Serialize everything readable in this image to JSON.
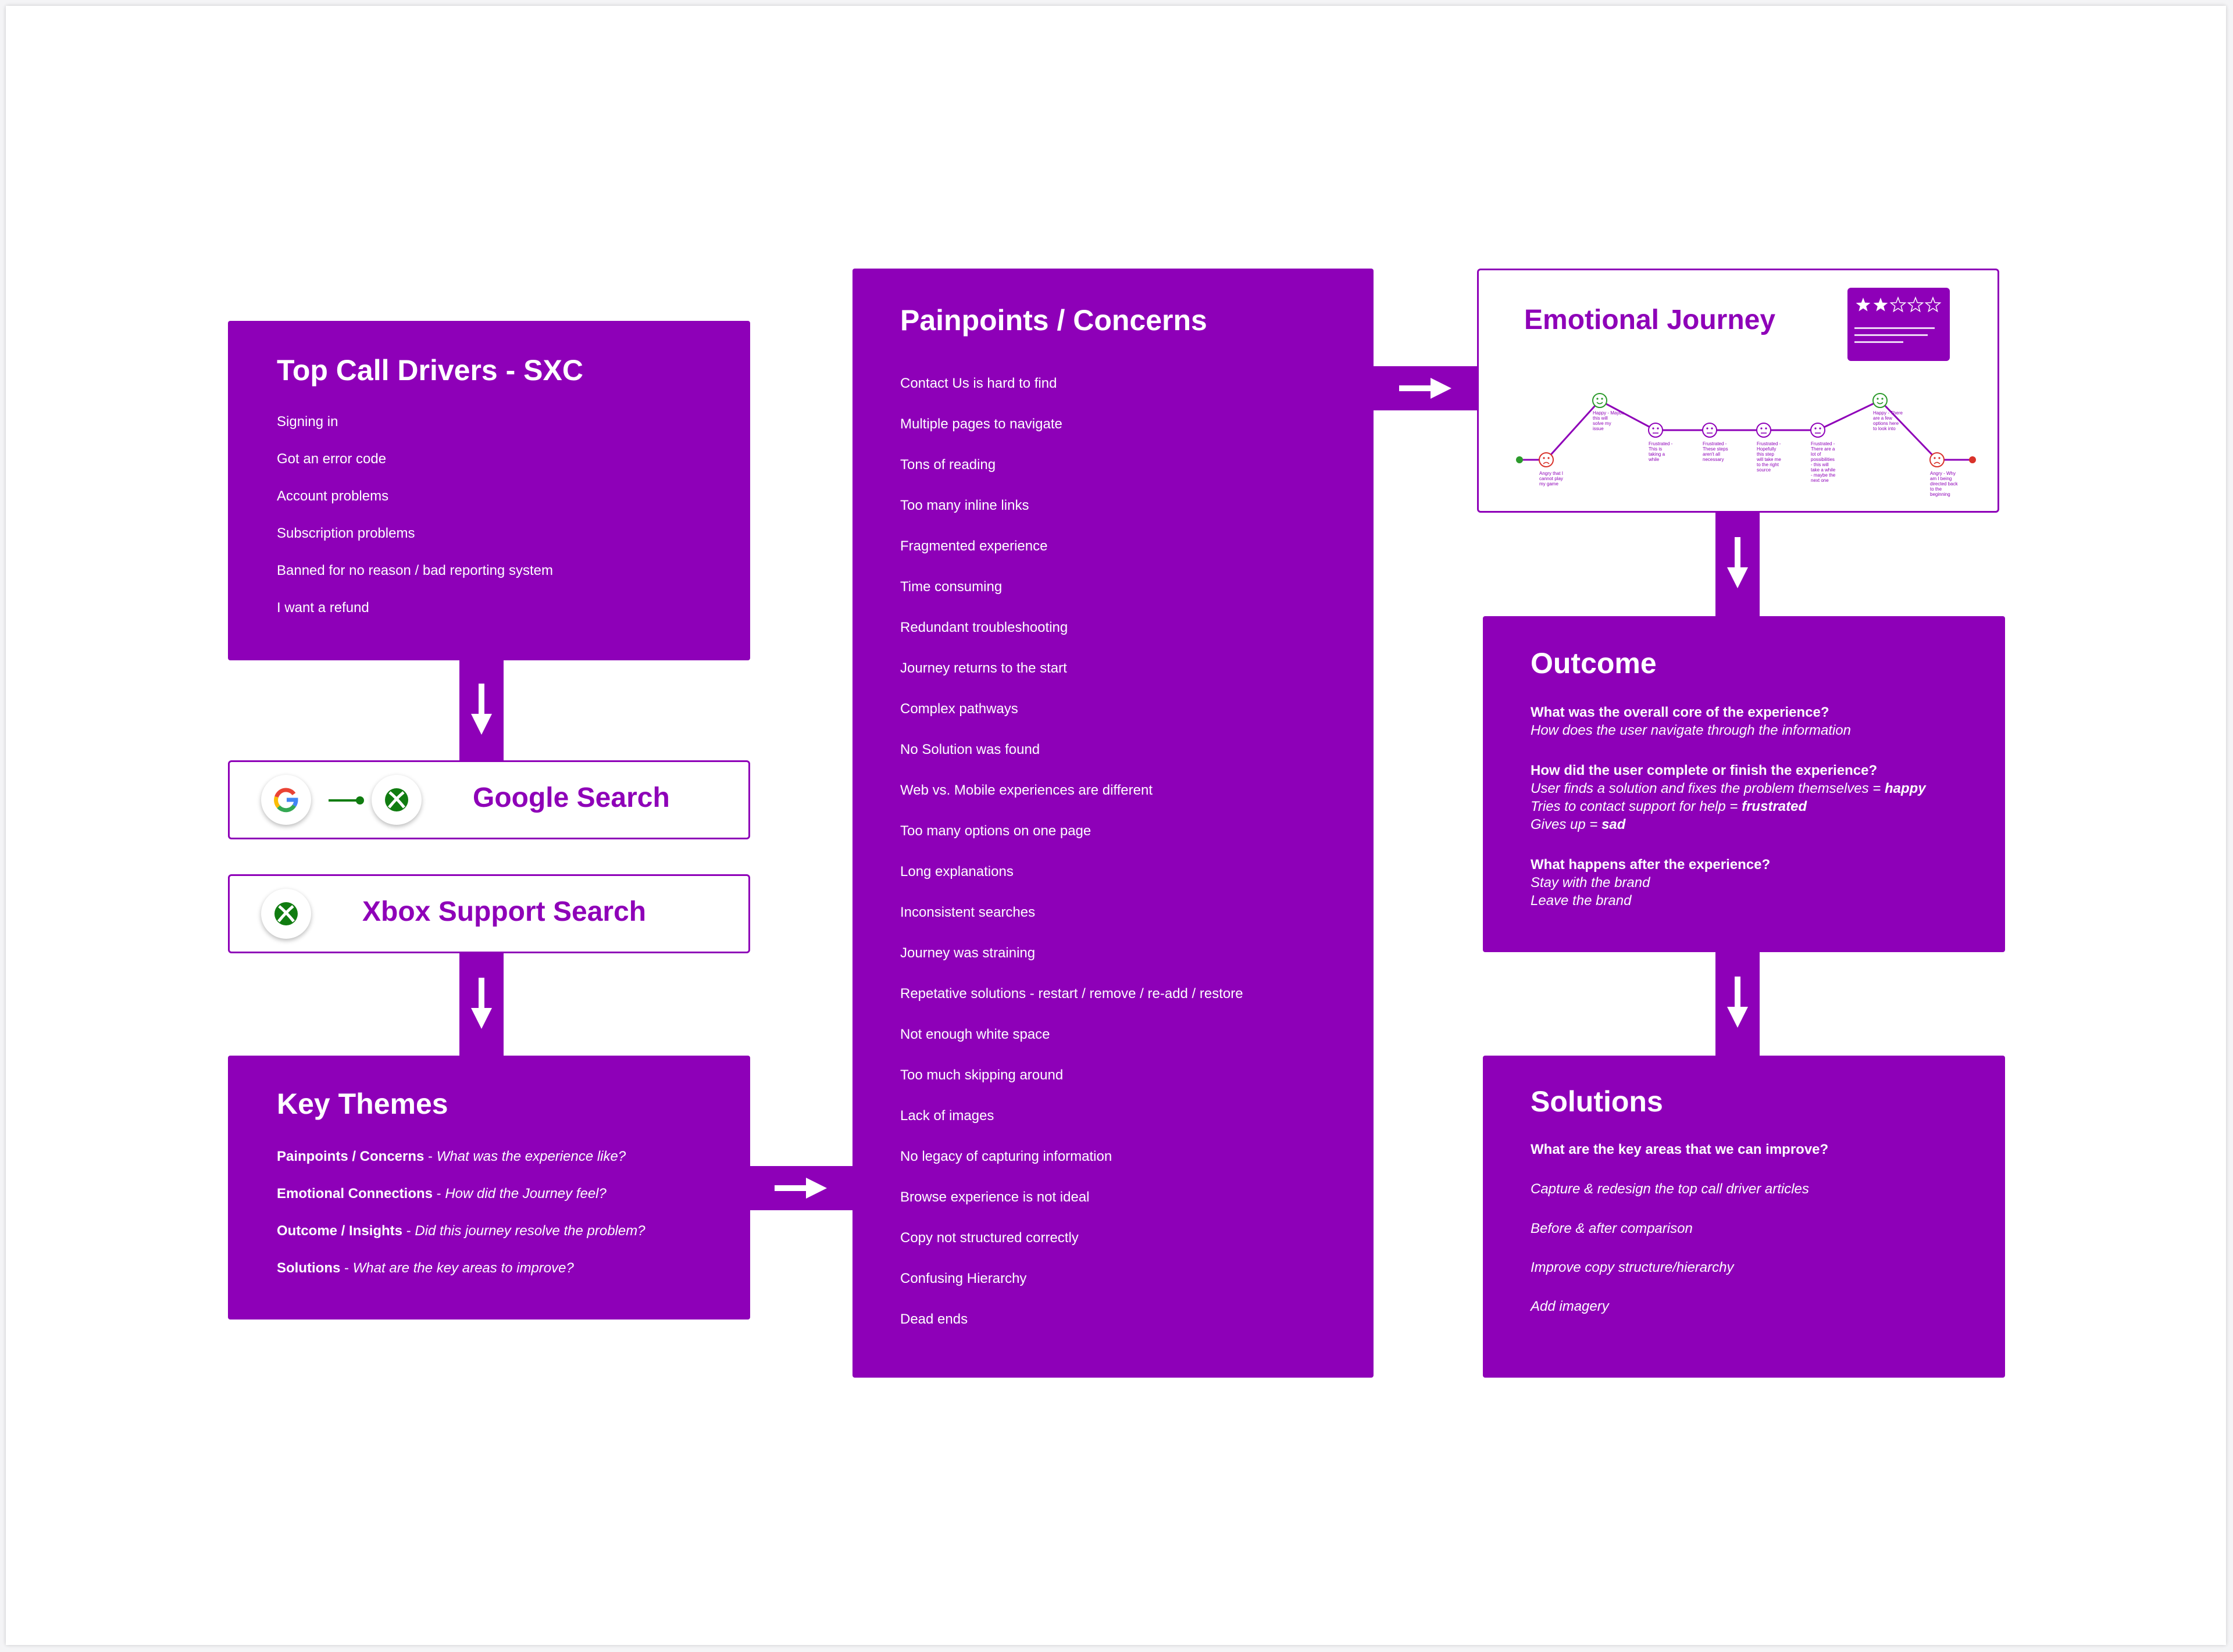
{
  "top_call_drivers": {
    "title": "Top Call Drivers - SXC",
    "items": [
      "Signing in",
      "Got an error code",
      "Account problems",
      "Subscription problems",
      "Banned for no reason / bad reporting system",
      "I want a refund"
    ]
  },
  "google_search": {
    "label": "Google Search"
  },
  "xbox_support_search": {
    "label": "Xbox Support Search"
  },
  "key_themes": {
    "title": "Key Themes",
    "items": [
      {
        "name": "Painpoints / Concerns",
        "sep": " - ",
        "desc": "What was the experience like?"
      },
      {
        "name": "Emotional Connections",
        "sep": " - ",
        "desc": "How did the Journey feel?"
      },
      {
        "name": "Outcome / Insights",
        "sep": " - ",
        "desc": "Did this journey resolve the problem?"
      },
      {
        "name": "Solutions",
        "sep": " - ",
        "desc": "What are the key areas to improve?"
      }
    ]
  },
  "painpoints": {
    "title": "Painpoints / Concerns",
    "items": [
      "Contact Us is hard to find",
      "Multiple pages to navigate",
      "Tons of reading",
      "Too many inline links",
      "Fragmented experience",
      "Time consuming",
      "Redundant troubleshooting",
      "Journey returns to the start",
      "Complex pathways",
      "No Solution was found",
      "Web vs. Mobile experiences are different",
      "Too many options on one page",
      "Long explanations",
      "Inconsistent searches",
      "Journey was straining",
      "Repetative solutions - restart / remove / re-add / restore",
      "Not enough white space",
      "Too much skipping around",
      "Lack of images",
      "No legacy of capturing information",
      "Browse experience is not ideal",
      "Copy not structured correctly",
      "Confusing Hierarchy",
      "Dead ends"
    ]
  },
  "emotional_journey": {
    "title": "Emotional Journey",
    "rating": {
      "stars_filled": 2,
      "stars_total": 5
    },
    "points": [
      {
        "mood": "start",
        "level": 0,
        "note": ""
      },
      {
        "mood": "angry",
        "level": 0,
        "note": "Angry that I cannot play my game"
      },
      {
        "mood": "happy",
        "level": 1,
        "note": "Happy - Maybe this will solve my issue"
      },
      {
        "mood": "neutral",
        "level": 0.5,
        "note": "Frustrated - This is taking a while"
      },
      {
        "mood": "neutral",
        "level": 0.5,
        "note": "Frustrated - These steps aren't all necessary"
      },
      {
        "mood": "neutral",
        "level": 0.5,
        "note": "Frustrated - Hopefully this step will take me to the right source"
      },
      {
        "mood": "neutral",
        "level": 0.5,
        "note": "Frustrated - There are a lot of possibilities - this will take a while - maybe the next one"
      },
      {
        "mood": "happy",
        "level": 1,
        "note": "Happy - There are a few options here to look into"
      },
      {
        "mood": "angry",
        "level": 0,
        "note": "Angry - Why am I being directed back to the beginning"
      },
      {
        "mood": "end",
        "level": 0,
        "note": ""
      }
    ],
    "colors": {
      "line": "#8e00b8",
      "happy": "#2c9a2c",
      "angry": "#d9322a",
      "neutral": "#8e00b8"
    }
  },
  "outcome": {
    "title": "Outcome",
    "sections": [
      {
        "q": "What was the overall core of the experience?",
        "a": [
          "How does the user navigate through the information"
        ]
      },
      {
        "q": "How did the user complete or finish the experience?",
        "a": [
          {
            "text": "User finds a solution and fixes the problem themselves = ",
            "em": "happy"
          },
          {
            "text": "Tries to contact support for help = ",
            "em": "frustrated"
          },
          {
            "text": "Gives up = ",
            "em": "sad"
          }
        ]
      },
      {
        "q": "What happens after the experience?",
        "a": [
          "Stay with the brand",
          "Leave the brand"
        ]
      }
    ]
  },
  "solutions": {
    "title": "Solutions",
    "question": "What are the key areas that we can improve?",
    "items": [
      "Capture & redesign the top call driver articles",
      "Before & after comparison",
      "Improve copy structure/hierarchy",
      "Add imagery"
    ]
  },
  "colors": {
    "brand_purple": "#8e00b8",
    "xbox_green": "#107c10"
  }
}
